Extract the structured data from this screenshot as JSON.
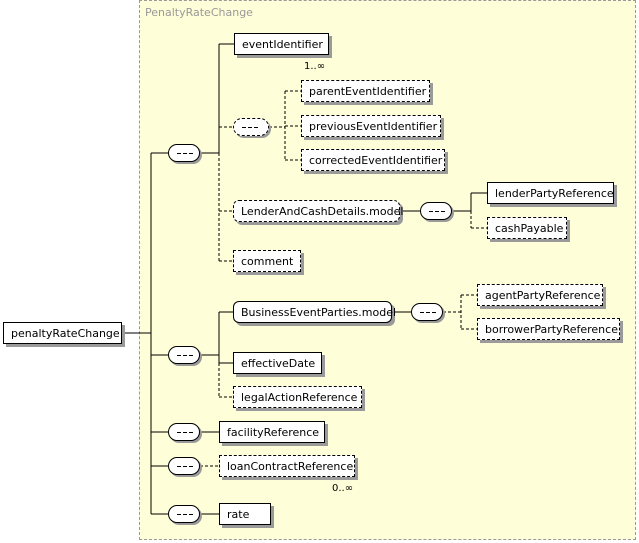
{
  "diagram": {
    "container_title": "PenaltyRateChange",
    "root": "penaltyRateChange",
    "nodes": {
      "eventIdentifier": "eventIdentifier",
      "parentEventIdentifier": "parentEventIdentifier",
      "previousEventIdentifier": "previousEventIdentifier",
      "correctedEventIdentifier": "correctedEventIdentifier",
      "lenderAndCashDetails": "LenderAndCashDetails.model",
      "lenderPartyReference": "lenderPartyReference",
      "cashPayable": "cashPayable",
      "comment": "comment",
      "businessEventParties": "BusinessEventParties.model",
      "agentPartyReference": "agentPartyReference",
      "borrowerPartyReference": "borrowerPartyReference",
      "effectiveDate": "effectiveDate",
      "legalActionReference": "legalActionReference",
      "facilityReference": "facilityReference",
      "loanContractReference": "loanContractReference",
      "rate": "rate"
    },
    "cardinalities": {
      "eventIdentifier": "1..∞",
      "loanContractReference": "0..∞"
    }
  }
}
